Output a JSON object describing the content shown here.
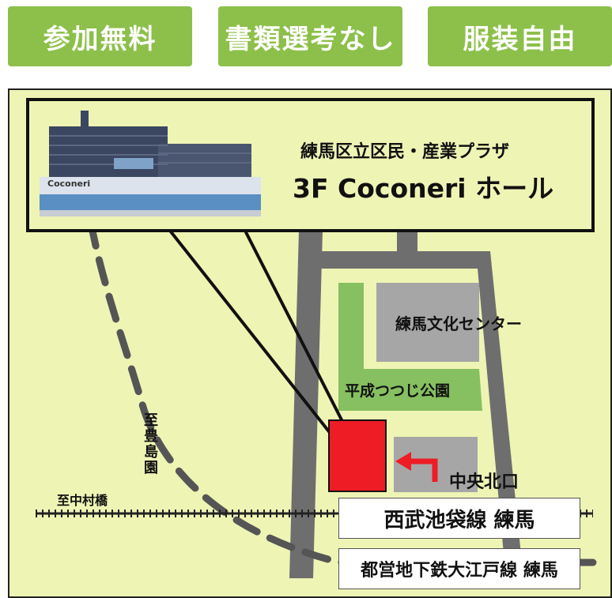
{
  "badges": {
    "free": "参加無料",
    "no_documents": "書類選考なし",
    "dress_free": "服装自由"
  },
  "callout": {
    "venue_line1": "練馬区立区民・産業プラザ",
    "venue_line2": "3F Coconeri ホール",
    "building_sign": "Coconeri"
  },
  "places": {
    "culture_center": "練馬文化センター",
    "park": "平成つつじ公園",
    "central_north_exit": "中央北口",
    "to_toshimaen": "至豊島園",
    "to_nakamurabashi": "至中村橋"
  },
  "stations": {
    "seibu": "西武池袋線 練馬",
    "oedo": "都営地下鉄大江戸線 練馬"
  },
  "colors": {
    "badge_green": "#8cc04a",
    "map_bg": "#eef4b4",
    "road_gray": "#6e6e6e",
    "block_gray": "#a6a6a6",
    "park_green": "#86c061",
    "venue_red": "#ee1c25"
  }
}
